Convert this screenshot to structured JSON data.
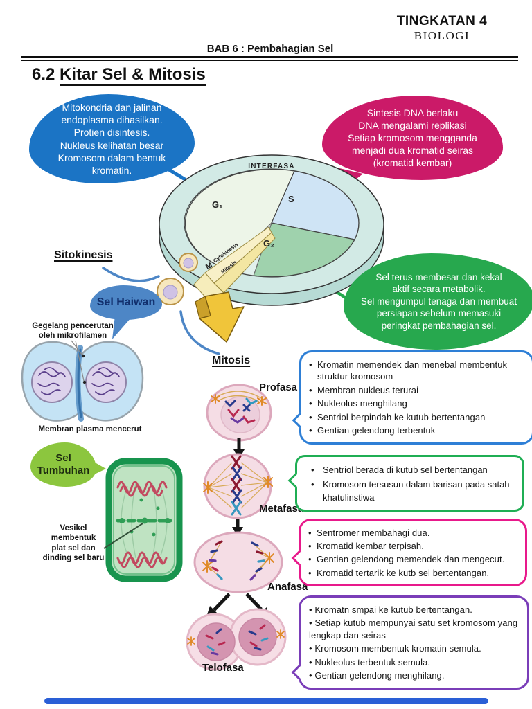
{
  "page": {
    "program": "TINGKATAN 4",
    "subject": "BIOLOGI",
    "chapter_header": "BAB 6 : Pembahagian Sel",
    "section_no": "6.2",
    "section_title": "Kitar Sel & Mitosis"
  },
  "cycle_diagram": {
    "interphase_label": "INTERFASA",
    "g1_label": "G₁",
    "s_label": "S",
    "g2_label": "G₂",
    "m_label": "M",
    "cytokinesis_band": "Cytokinesis",
    "mitosis_band": "Mitosis",
    "g1_note": "Mitokondria dan jalinan\nendoplasma dihasilkan.\nProtien disintesis.\nNukleus kelihatan besar\nKromosom dalam bentuk\nkromatin.",
    "s_note": "Sintesis DNA berlaku\nDNA mengalami replikasi\nSetiap kromosom mengganda\nmenjadi dua kromatid seiras\n(kromatid kembar)",
    "g2_note": "Sel terus membesar dan kekal\naktif secara metabolik.\nSel mengumpul tenaga dan membuat\npersiapan sebelum memasuki\nperingkat pembahagian sel."
  },
  "cytokinesis": {
    "heading": "Sitokinesis",
    "animal_bubble": "Sel Haiwan",
    "constriction_label": "Gegelang pencerutan\noleh mikrofilamen",
    "membrane_label": "Membran plasma mencerut",
    "plant_bubble": "Sel\nTumbuhan",
    "vesicle_label": "Vesikel\nmembentuk\nplat sel dan\ndinding sel baru"
  },
  "mitosis": {
    "heading": "Mitosis",
    "profasa": {
      "label": "Profasa",
      "points": [
        "Kromatin memendek dan menebal membentuk struktur kromosom",
        "Membran nukleus terurai",
        "Nukleolus menghilang",
        "Sentriol berpindah ke kutub bertentangan",
        "Gentian gelendong terbentuk"
      ]
    },
    "metafasa": {
      "label": "Metafasa",
      "points": [
        "Sentriol berada di kutub sel bertentangan",
        "Kromosom tersusun dalam barisan pada satah khatulinstiwa"
      ]
    },
    "anafasa": {
      "label": "Anafasa",
      "points": [
        "Sentromer membahagi dua.",
        "Kromatid kembar terpisah.",
        "Gentian gelendong memendek dan mengecut.",
        "Kromatid tertarik ke kutb sel bertentangan."
      ]
    },
    "telofasa": {
      "label": "Telofasa",
      "points": [
        "Kromatn smpai ke kutub bertentangan.",
        "Setiap kutub mempunyai satu set kromosom yang lengkap dan seiras",
        "Kromosom membentuk kromatin semula.",
        "Nukleolus terbentuk semula.",
        "Gentian gelendong menghilang."
      ]
    }
  },
  "colors": {
    "g1_bubble": "#1b74c5",
    "s_bubble": "#cb1a68",
    "g2_bubble": "#27a84e",
    "animal_bubble": "#4d86c6",
    "plant_bubble": "#8cc63e",
    "profasa_box_border": "#2e7fd6",
    "metafasa_box_border": "#1fae54",
    "anafasa_box_border": "#e8198b",
    "telofasa_box_border": "#7a3db8",
    "footer_bar": "#2a5fd6"
  }
}
